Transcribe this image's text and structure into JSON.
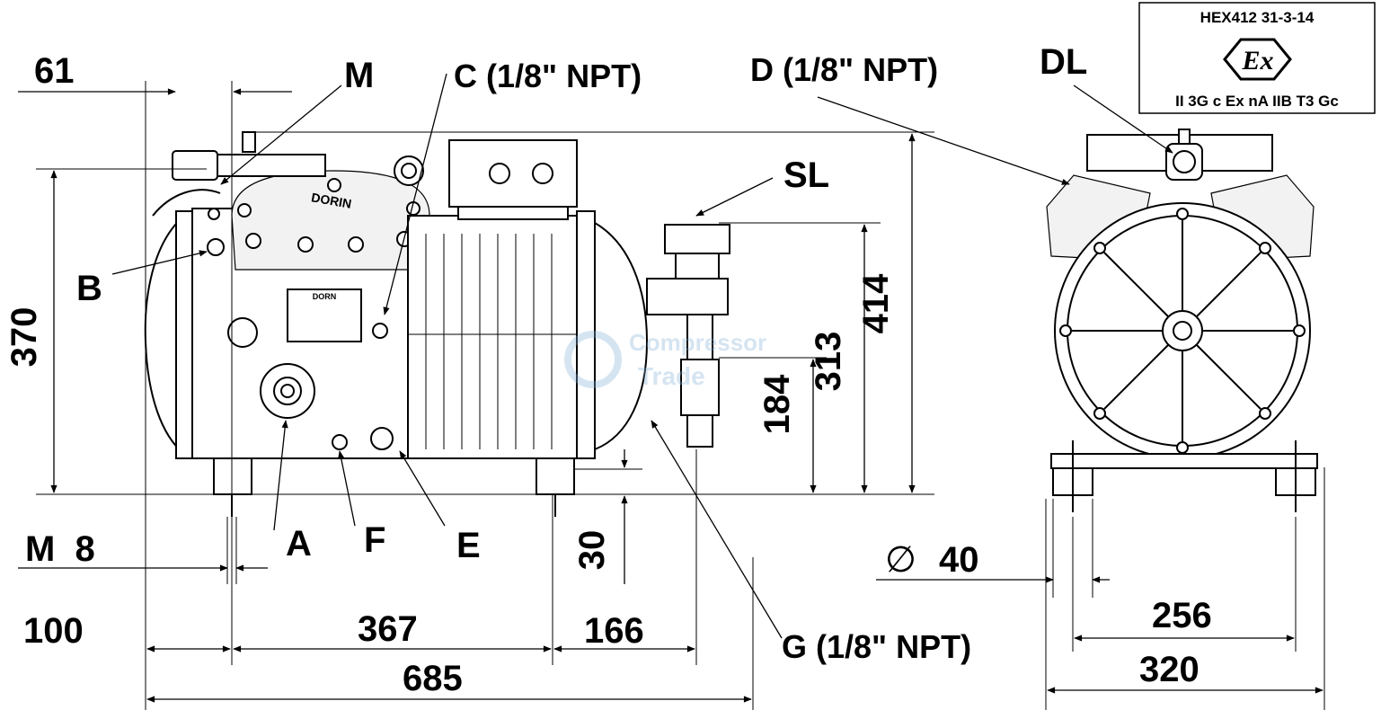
{
  "certificate": {
    "code": "HEX412 31-3-14",
    "mark": "Ex",
    "rating": "II 3G c Ex nA IIB T3 Gc"
  },
  "brand": {
    "cover_logo": "DORIN",
    "plate_logo": "DORN"
  },
  "watermark": {
    "line1": "Compressor",
    "line2": "Trade"
  },
  "labels": {
    "M": "M",
    "C": "C (1/8\" NPT)",
    "D": "D (1/8\" NPT)",
    "DL": "DL",
    "SL": "SL",
    "B": "B",
    "A": "A",
    "F": "F",
    "E": "E",
    "G": "G (1/8\" NPT)"
  },
  "dimensions": {
    "d61": "61",
    "d370": "370",
    "d414": "414",
    "d313": "313",
    "d184": "184",
    "d30": "30",
    "thread": "M  8",
    "d100": "100",
    "d367": "367",
    "d166": "166",
    "d685": "685",
    "dia_symbol": "∅",
    "d40": "40",
    "d256": "256",
    "d320": "320"
  }
}
